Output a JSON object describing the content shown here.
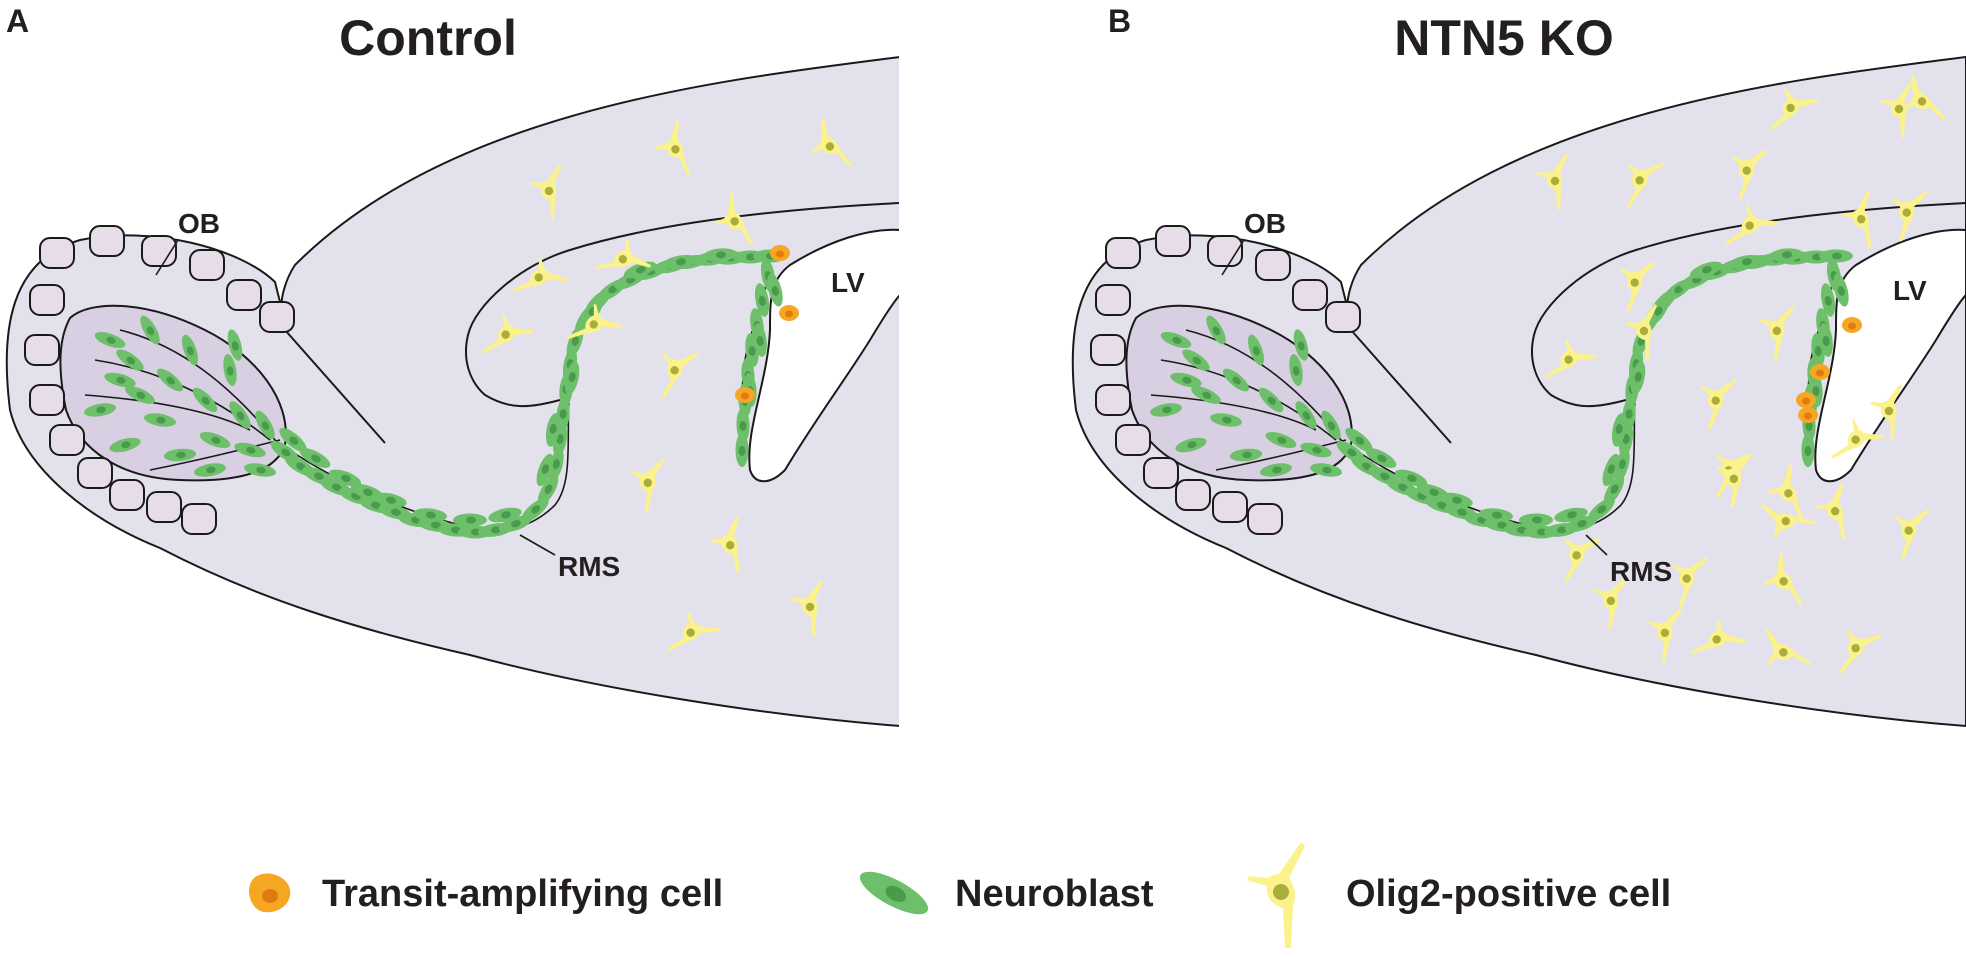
{
  "panels": [
    {
      "letter": "A",
      "title": "Control",
      "labels": {
        "ob": "OB",
        "lv": "LV",
        "rms": "RMS"
      }
    },
    {
      "letter": "B",
      "title": "NTN5 KO",
      "labels": {
        "ob": "OB",
        "lv": "LV",
        "rms": "RMS"
      }
    }
  ],
  "legend": [
    {
      "label": "Transit-amplifying cell",
      "icon": "transit-amplifying-cell-icon",
      "color": "#f5a623"
    },
    {
      "label": "Neuroblast",
      "icon": "neuroblast-icon",
      "color": "#6dbf6a"
    },
    {
      "label": "Olig2-positive cell",
      "icon": "olig2-positive-cell-icon",
      "color": "#fbf28c"
    }
  ],
  "colors": {
    "tissue": "#e3e1ec",
    "ob_core": "#d9cfe2",
    "neuroblast": "#6dbf6a",
    "neuroblast_nucleus": "#4a9a4d",
    "transit_amplifying": "#f5a623",
    "transit_nucleus": "#e07b12",
    "olig2": "#fbf28c",
    "olig2_nucleus": "#a9ad3c"
  },
  "olig2_cell_counts": {
    "control": 13,
    "ntn5_ko": 30
  }
}
